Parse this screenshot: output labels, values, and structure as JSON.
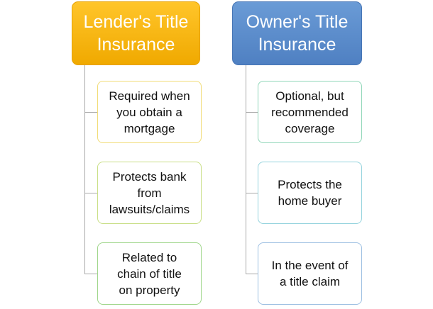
{
  "left": {
    "title": "Lender's Title\nInsurance",
    "items": [
      "Required when\nyou obtain a\nmortgage",
      "Protects bank\nfrom\nlawsuits/claims",
      "Related to\nchain of title\non property"
    ]
  },
  "right": {
    "title": "Owner's Title\nInsurance",
    "items": [
      "Optional, but\nrecommended\ncoverage",
      "Protects the\nhome buyer",
      "In the event of\na title claim"
    ]
  },
  "colors": {
    "left_header": "#f5b000",
    "right_header": "#5b8bca",
    "connector": "#a9a9a9"
  }
}
